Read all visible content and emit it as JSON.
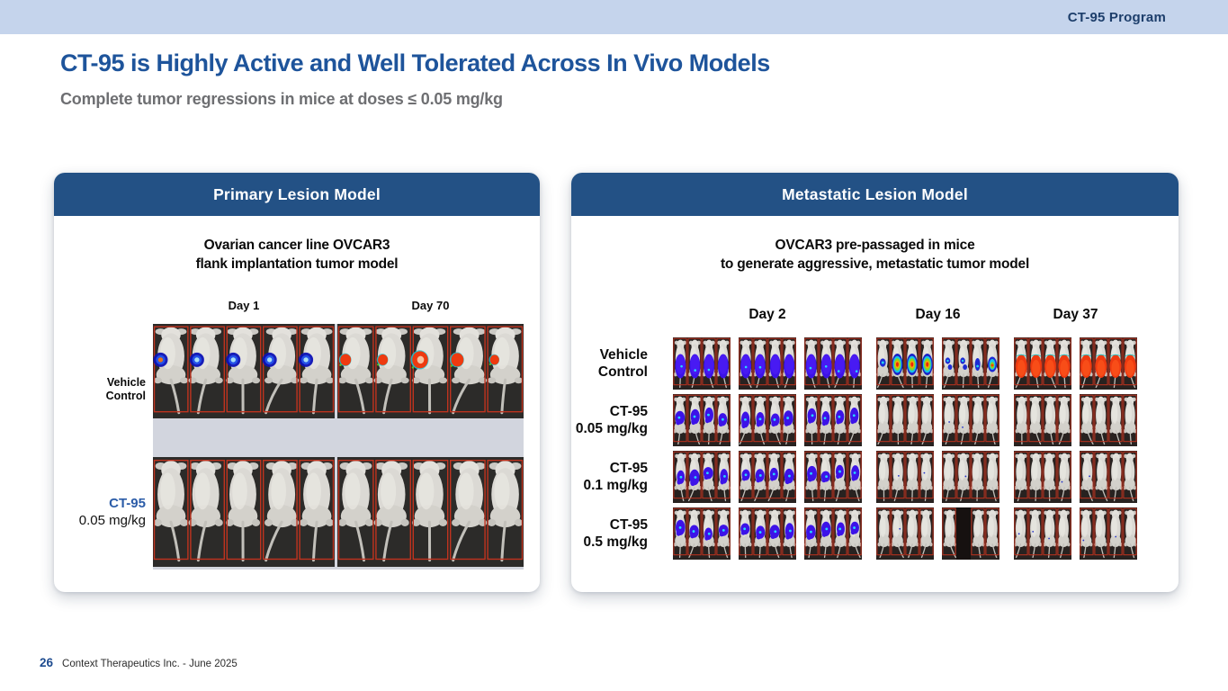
{
  "top_bar": {
    "program_label": "CT-95 Program"
  },
  "header": {
    "title": "CT-95 is Highly Active and Well Tolerated Across In Vivo Models",
    "subtitle": "Complete tumor regressions in mice at doses ≤ 0.05 mg/kg"
  },
  "primary_panel": {
    "title": "Primary Lesion Model",
    "description_line1": "Ovarian cancer line OVCAR3",
    "description_line2": "flank implantation tumor model",
    "columns": [
      "Day 1",
      "Day 70"
    ],
    "rows": [
      {
        "label_line1": "Vehicle",
        "label_line2": "Control",
        "cells": [
          "blue-spots",
          "red-blobs"
        ]
      },
      {
        "label_line1": "CT-95",
        "label_line2": "0.05 mg/kg",
        "cells": [
          "clear",
          "clear"
        ]
      }
    ],
    "mice_per_image": 5
  },
  "metastatic_panel": {
    "title": "Metastatic Lesion Model",
    "description_line1": "OVCAR3 pre-passaged in mice",
    "description_line2": "to generate aggressive, metastatic tumor model",
    "columns": [
      "Day 2",
      "Day 16",
      "Day 37"
    ],
    "column_spans": [
      3,
      2,
      2
    ],
    "rows": [
      {
        "label_line1": "Vehicle",
        "label_line2": "Control",
        "tiles": [
          "blue-fill",
          "blue-fill",
          "blue-fill",
          "heat-mixed",
          "heat-spots",
          "red-fill",
          "red-fill"
        ]
      },
      {
        "label_line1": "CT-95",
        "label_line2": "0.05 mg/kg",
        "tiles": [
          "blue-blobs",
          "blue-blobs",
          "blue-blobs",
          "clear",
          "clear",
          "clear",
          "clear"
        ]
      },
      {
        "label_line1": "CT-95",
        "label_line2": "0.1 mg/kg",
        "tiles": [
          "blue-blobs",
          "blue-blobs",
          "blue-blobs",
          "clear",
          "clear",
          "clear",
          "clear"
        ]
      },
      {
        "label_line1": "CT-95",
        "label_line2": "0.5 mg/kg",
        "tiles": [
          "blue-blobs",
          "blue-blobs",
          "blue-blobs",
          "clear",
          "gap",
          "clear",
          "clear"
        ]
      }
    ],
    "mice_per_tile": 4
  },
  "footer": {
    "page_number": "26",
    "text": "Context Therapeutics Inc. - June 2025"
  },
  "colors": {
    "bar_bg": "#c5d4ec",
    "bar_text": "#1d3e6b",
    "title_text": "#1e549b",
    "subtitle_text": "#6e6f72",
    "panel_header_bg": "#235185",
    "panel_header_text": "#ffffff",
    "ct95_label_blue": "#2b5ca8",
    "page_number_blue": "#1d4b8f",
    "image_backdrop": "#d2d5de",
    "photo_bg": "#2c2b29",
    "tile_bg": "#282220",
    "box_red": "#c0331f",
    "mouse_gray": "#dbd9d4",
    "signal_blue": "#3c13e8",
    "signal_red": "#ee3a10",
    "signal_cyan": "#27d6ff",
    "signal_green": "#8cd61c",
    "signal_orange": "#e0731f"
  }
}
